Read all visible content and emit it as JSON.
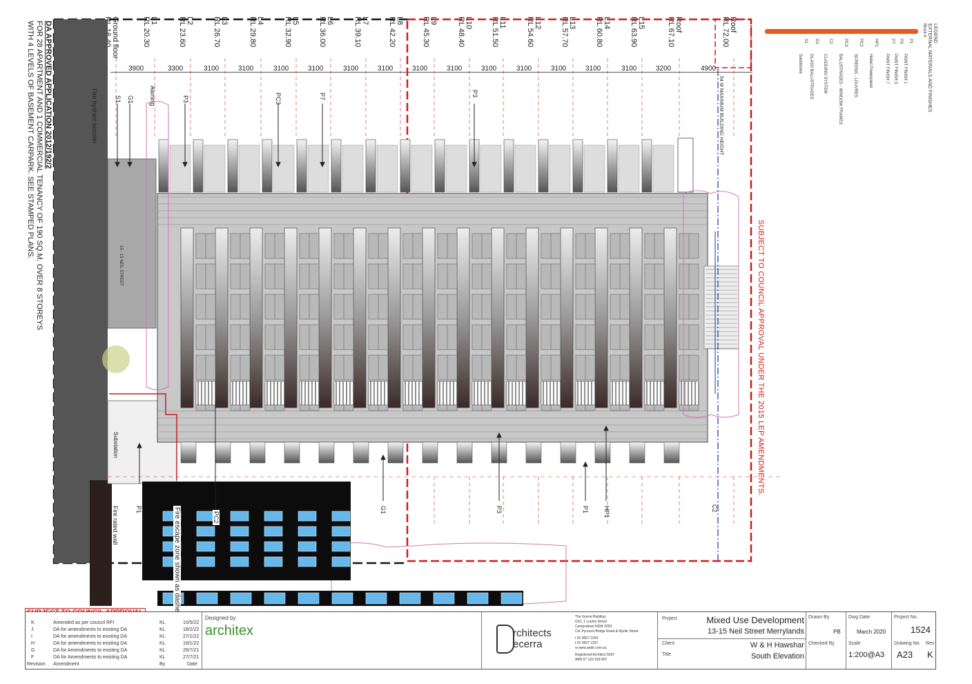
{
  "levels": [
    {
      "name": "Ground floor",
      "rl": "RL 16.40"
    },
    {
      "name": "L1",
      "rl": "RL 20.30"
    },
    {
      "name": "L2",
      "rl": "RL 23.60"
    },
    {
      "name": "L3",
      "rl": "RL 26.70"
    },
    {
      "name": "L4",
      "rl": "RL 29.80"
    },
    {
      "name": "L5",
      "rl": "RL 32.90"
    },
    {
      "name": "L6",
      "rl": "RL 36.00"
    },
    {
      "name": "L7",
      "rl": "RL 39.10"
    },
    {
      "name": "L8",
      "rl": "RL 42.20"
    },
    {
      "name": "L9",
      "rl": "RL 45.30"
    },
    {
      "name": "L10",
      "rl": "RL 48.40"
    },
    {
      "name": "L11",
      "rl": "RL 51.50"
    },
    {
      "name": "L12",
      "rl": "RL 54.60"
    },
    {
      "name": "L13",
      "rl": "RL 57.70"
    },
    {
      "name": "L14",
      "rl": "RL 60.80"
    },
    {
      "name": "L15",
      "rl": "RL 63.90"
    },
    {
      "name": "Roof",
      "rl": "RL 67.10"
    },
    {
      "name": "Roof",
      "rl": "RL 72.00"
    }
  ],
  "dimensions": [
    "3900",
    "3300",
    "3100",
    "3100",
    "3100",
    "3100",
    "3100",
    "3100",
    "3100",
    "3100",
    "3100",
    "3100",
    "3100",
    "3100",
    "3100",
    "3200",
    "4900"
  ],
  "tags": {
    "fire_hydrant": "Fire hydrant booster",
    "s1": "S1",
    "g1": "G1",
    "awning": "Awning",
    "p3a": "P3",
    "pc3": "PC3",
    "p7": "P7",
    "p3b": "P3",
    "max_height": "54 M MAXIMUM BUILDING HEIGHT",
    "street_sign": "15 - 15 NEIL STREET",
    "substation": "Substation",
    "fire_rated_wall": "Fire rated wall",
    "p1a": "P1",
    "fire_escape": "Fire escape zone shown as dashed",
    "pc2": "PC2",
    "g1b": "G1",
    "p3c": "P3",
    "p1b": "P1",
    "hp1": "HP1",
    "c2": "C2"
  },
  "approval_note": {
    "line1": "DA APPROVED APPLICATION 2012/192/2",
    "line2": "FOR 28 APARTMENT AND 1 COMMERCIAL TENANCY OF 190 SQ.M. OVER 8 STOREYS",
    "line3": "WITH 4 LEVELS OF BASEMENT CARPARK. SEE STAMPED PLANS."
  },
  "council_note": "SUBJECT TO COUNCIL APPROVAL UNDER THE 2015 LEP AMENDMENTS.",
  "subject_stamp": "SUBJECT TO COUNCIL APPROVAL",
  "legend": {
    "title": "LEGEND",
    "subtitle": "EXTERNAL MATERIALS AND FINISHES",
    "block": "Block A",
    "items": [
      {
        "code": "P1",
        "desc": "PAINT FINISH 1"
      },
      {
        "code": "P3",
        "desc": "PAINT FINISH 3"
      },
      {
        "code": "P7",
        "desc": "PAINT FINISH 7"
      },
      {
        "code": "HP1",
        "desc": "Hebel Powerpanel"
      },
      {
        "code": "PC2",
        "desc": "SCREENS - LOUVRES"
      },
      {
        "code": "PC3",
        "desc": "BALUSTRADES - WINDOW FRAMES"
      },
      {
        "code": "C2",
        "desc": "CLADDING SYSTEM"
      },
      {
        "code": "G1",
        "desc": "GLASS BALUSTRADES"
      },
      {
        "code": "S1",
        "desc": "Sandstone"
      }
    ]
  },
  "revisions": [
    {
      "rev": "K",
      "desc": "Amended as per council RFI",
      "by": "KL",
      "date": "10/5/22"
    },
    {
      "rev": "J",
      "desc": "DA for amendments to existing DA",
      "by": "KL",
      "date": "18/2/22"
    },
    {
      "rev": "I",
      "desc": "DA for amendments to existing DA",
      "by": "KL",
      "date": "27/1/22"
    },
    {
      "rev": "H",
      "desc": "DA for amendments to existing DA",
      "by": "KL",
      "date": "19/1/22"
    },
    {
      "rev": "G",
      "desc": "DA for Amendments to existing DA",
      "by": "KL",
      "date": "29/7/21"
    },
    {
      "rev": "F",
      "desc": "DA for Amendments to existing DA",
      "by": "KL",
      "date": "27/7/21"
    }
  ],
  "rev_headers": {
    "revision": "Revision",
    "amendment": "Amendment",
    "by": "By",
    "date": "Date"
  },
  "designed_by_label": "Designed by",
  "designer": "architex",
  "architect_line1": "rchitects",
  "architect_line2": "ecerra",
  "address": [
    "The Gracie Building",
    "G01, 1 Leyton Street",
    "Campsdown NSW 2050",
    "Cnr Pyrmont Bridge Road & Myrtle Street",
    "t  02 9557 2294",
    "f  02 9557 2297",
    "w  www.aebb.com.au",
    "Registered Architect 5007",
    "ABN 67 123 918 807"
  ],
  "title_block": {
    "project_label": "Project",
    "project_line1": "Mixed Use Development",
    "project_line2": "13-15 Neil Street Merrylands",
    "client_label": "Client",
    "client": "W & H Hawshar",
    "title_label": "Title",
    "title": "South Elevation",
    "drawn_by_label": "Drawn By",
    "drawn_by": "PB",
    "dwg_date_label": "Dwg Date:",
    "dwg_date": "March 2020",
    "project_no_label": "Project No.",
    "project_no": "1524",
    "checked_by_label": "Checked By",
    "scale_label": "Scale",
    "scale": "1:200@A3",
    "drawing_no_label": "Drawing No.",
    "drawing_no": "A23",
    "rev_label": "Rev",
    "rev": "K"
  },
  "colors": {
    "red": "#cc1b1b",
    "accent_orange": "#e85a1e",
    "green": "#3a8f2a",
    "glass": "#66b8ea",
    "pink": "#d07ab0"
  }
}
